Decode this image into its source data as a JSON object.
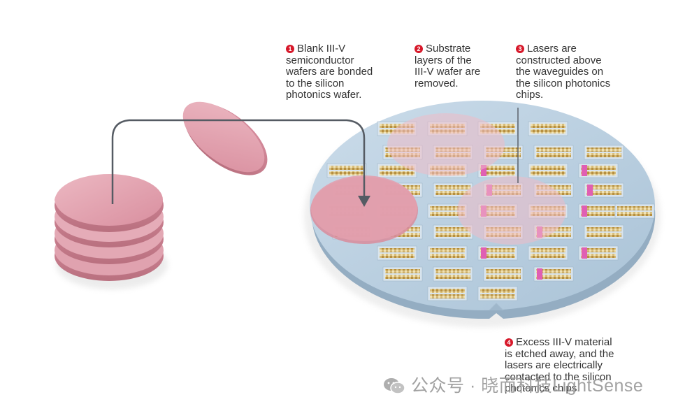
{
  "callouts": [
    {
      "number": "1",
      "lines": [
        "Blank III-V",
        "semiconductor",
        "wafers are bonded",
        "to the silicon",
        "photonics wafer."
      ]
    },
    {
      "number": "2",
      "lines": [
        "Substrate",
        "layers of the",
        "III-V wafer are",
        "removed."
      ]
    },
    {
      "number": "3",
      "lines": [
        "Lasers are",
        "constructed above",
        "the waveguides on",
        "the silicon photonics",
        "chips."
      ]
    },
    {
      "number": "4",
      "lines": [
        "Excess III-V material",
        "is etched away, and the",
        "lasers are electrically",
        "contacted to the silicon",
        "photonics chips."
      ]
    }
  ],
  "watermark": {
    "text": "公众号 · 晓而科技LightSense",
    "icon": "wechat-icon"
  },
  "colors": {
    "wafer_pink": "#e2a0ae",
    "silicon_wafer": "#bcd3e4",
    "chip_gold": "#c9a85f",
    "laser_magenta": "#e05fb3",
    "callout_red": "#d7182a",
    "arrow_gray": "#555b63"
  }
}
